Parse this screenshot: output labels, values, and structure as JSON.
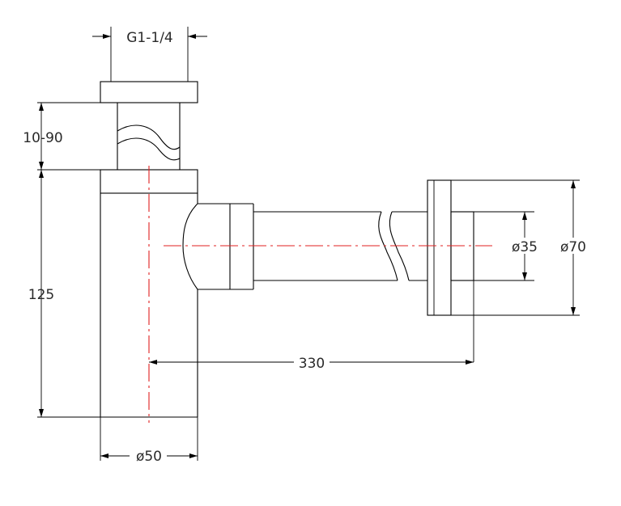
{
  "drawing": {
    "labels": {
      "thread": "G1-1/4",
      "height_adjust": "10-90",
      "body_height": "125",
      "body_diameter": "ø50",
      "reach": "330",
      "pipe_diameter": "ø35",
      "flange_diameter": "ø70"
    },
    "colors": {
      "outline": "#000000",
      "centerline": "#e02020",
      "text": "#2a2a2a"
    }
  }
}
